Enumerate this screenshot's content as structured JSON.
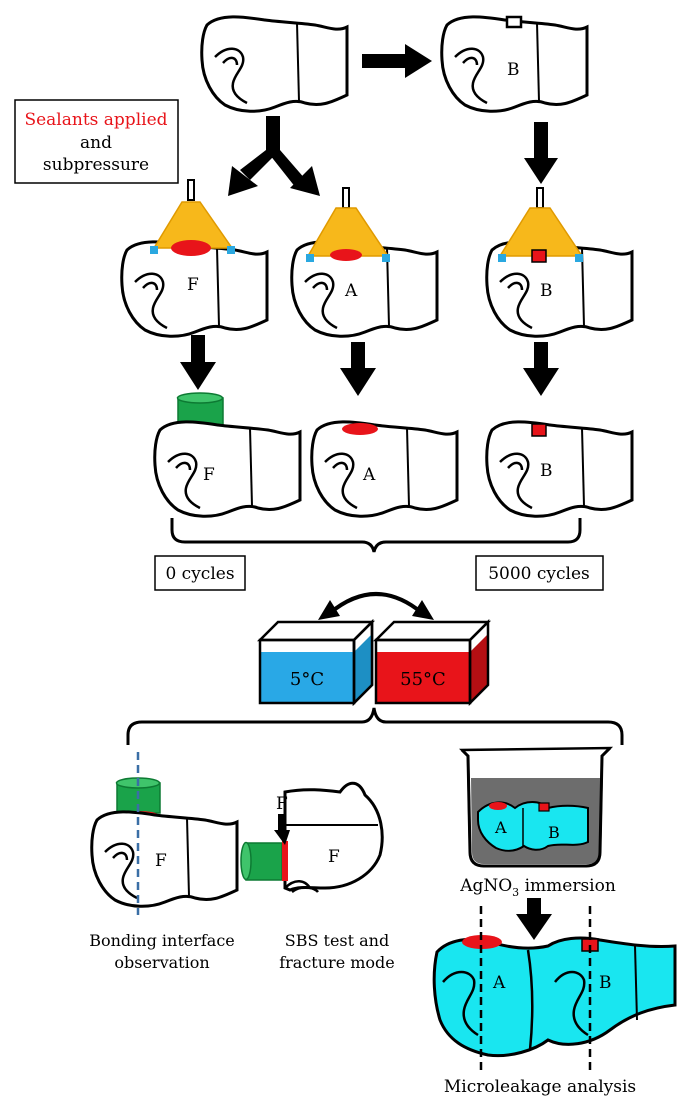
{
  "labels": {
    "sealants_applied": "Sealants applied",
    "and": "and",
    "subpressure": "subpressure",
    "zero_cycles": "0 cycles",
    "five_thousand_cycles": "5000 cycles",
    "cold_bath": "5°C",
    "hot_bath": "55°C",
    "bonding_interface_line1": "Bonding interface",
    "bonding_interface_line2": "observation",
    "sbs_line1": "SBS test and",
    "sbs_line2": "fracture mode",
    "agno3_prefix": "AgNO",
    "agno3_subscript": "3",
    "agno3_suffix": " immersion",
    "microleakage": "Microleakage analysis",
    "force": "F"
  },
  "specimens": {
    "fissure_sealant": "F",
    "ameloplasty": "A",
    "box_cavity": "B"
  },
  "colors": {
    "sealant_red": "#e8141a",
    "suction_cup_yellow": "#f7b81b",
    "seal_blue": "#2aa8e0",
    "cylinder_green": "#1aa34a",
    "cold_bath_blue": "#29a8e6",
    "hot_bath_red": "#e8141a",
    "dye_cyan": "#19e6f0",
    "agno3_gray": "#6d6d6d",
    "label_red": "#e8141a"
  }
}
